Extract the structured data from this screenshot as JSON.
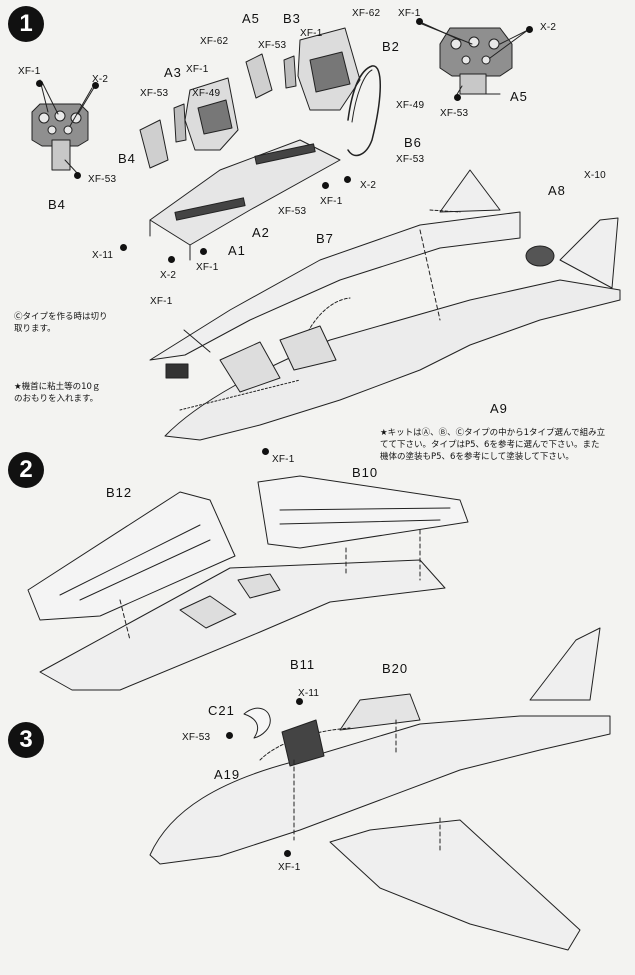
{
  "steps": [
    {
      "number": "1"
    },
    {
      "number": "2"
    },
    {
      "number": "3"
    }
  ],
  "step1": {
    "labels": {
      "xf1_a": "XF-1",
      "x2_a": "X-2",
      "xf53_a": "XF-53",
      "b4_main": "B4",
      "a5": "A5",
      "b3": "B3",
      "xf62_top": "XF-62",
      "xf1_b": "XF-1",
      "xf53_b": "XF-53",
      "b2": "B2",
      "xf62_mid": "XF-62",
      "a3": "A3",
      "xf1_c": "XF-1",
      "xf53_c": "XF-53",
      "xf49_a": "XF-49",
      "xf49_b": "XF-49",
      "b6": "B6",
      "xf53_d": "XF-53",
      "b4_part": "B4",
      "xf1_panel": "XF-1",
      "x2_panel": "X-2",
      "a5_panel": "A5",
      "xf53_panel": "XF-53",
      "x2_c": "X-2",
      "xf1_d": "XF-1",
      "xf53_e": "XF-53",
      "a8": "A8",
      "x10": "X-10",
      "a2": "A2",
      "a1": "A1",
      "x11": "X-11",
      "x2_d": "X-2",
      "xf1_e": "XF-1",
      "b7": "B7",
      "xf1_f": "XF-1",
      "a9": "A9",
      "xf1_g": "XF-1"
    },
    "notes": {
      "c_type_1": "Ⓒタイプを作る時は切り",
      "c_type_2": "取ります。",
      "nose_weight_1": "★機首に粘土等の10ｇ",
      "nose_weight_2": "のおもりを入れます。",
      "kit_1": "★キットはⒶ、Ⓑ、Ⓒタイプの中から1タイプ選んで組み立",
      "kit_2": "てて下さい。タイプはP5、6を参考に選んで下さい。また",
      "kit_3": "機体の塗装もP5、6を参考にして塗装して下さい。"
    }
  },
  "step2": {
    "labels": {
      "b12": "B12",
      "b10": "B10",
      "b11": "B11"
    }
  },
  "step3": {
    "labels": {
      "x11": "X-11",
      "b20": "B20",
      "c21": "C21",
      "xf53": "XF-53",
      "a19": "A19",
      "xf1": "XF-1"
    }
  }
}
